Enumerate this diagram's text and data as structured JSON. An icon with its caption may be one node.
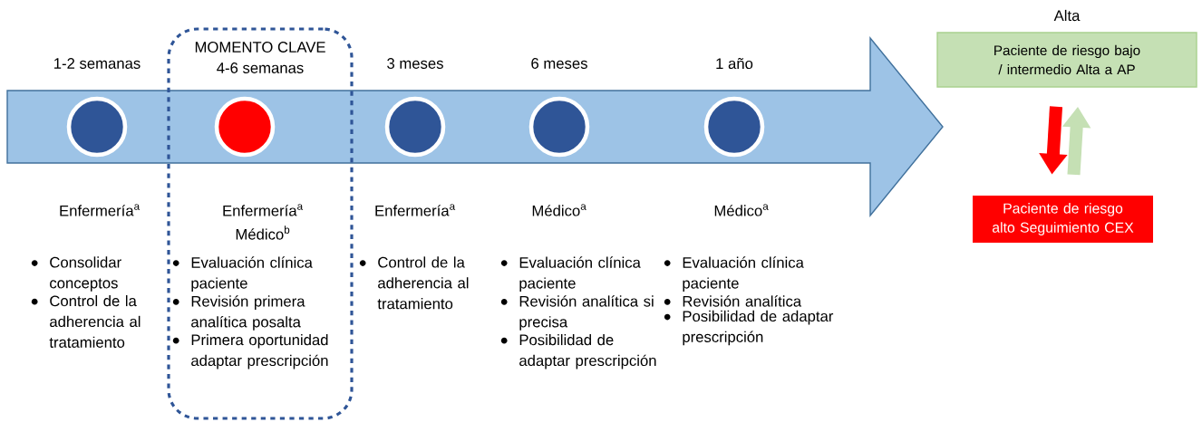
{
  "diagram": {
    "nodes": [
      {
        "text": [
          "MOMENTO CLAVE",
          "4-6 semanas"
        ]
      },
      {
        "text": [],
        "shape": "circle",
        "beside": [
          "1-2 semanas"
        ]
      },
      {
        "text": [],
        "shape": "circle",
        "in": 0
      },
      {
        "text": [],
        "shape": "circle",
        "beside": [
          "3 meses"
        ]
      },
      {
        "text": [],
        "shape": "circle",
        "beside": [
          "6 meses"
        ]
      },
      {
        "text": [],
        "shape": "circle",
        "beside": [
          "1 año"
        ]
      },
      {
        "text": [
          "Alta",
          "Paciente de riesgo bajo / intermedio Alta a AP"
        ]
      },
      {
        "text": [
          "Paciente de riesgo alto Seguimiento CEX"
        ]
      }
    ],
    "edges": [
      {
        "from": 6,
        "to": 7,
        "arrow": "to",
        "color": "#ff0000"
      },
      {
        "from": 7,
        "to": 6,
        "arrow": "to",
        "color": "#c5e0b4"
      }
    ],
    "labels": [
      "Enfermería$^{a}$",
      "Consolidar conceptos",
      "Control de la adherencia al tratamiento",
      "Enfermería$^{a}$",
      "Médico$^{b}$",
      "Evaluación clínica paciente",
      "Revisión primera analítica posalta",
      "Primera oportunidad adaptar prescripción",
      "Enfermería$^{a}$",
      "Control de la adherencia al tratamiento",
      "Médico$^{a}$",
      "Evaluación clínica paciente",
      "Revisión analítica si precisa",
      "Posibilidad de adaptar prescripción",
      "Médico$^{a}$",
      "Evaluación clínica paciente",
      "Revisión analítica",
      "Posibilidad de adaptar prescripción"
    ]
  }
}
